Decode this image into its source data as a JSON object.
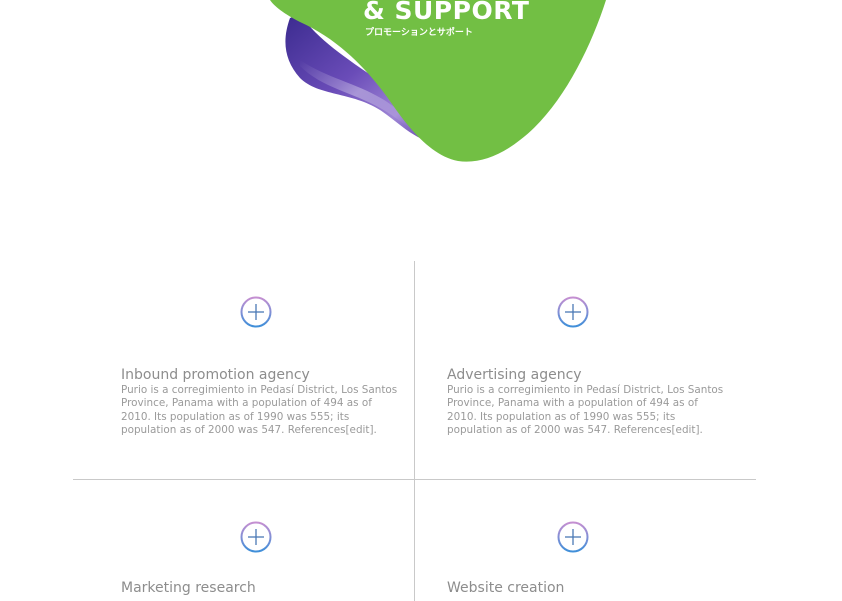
{
  "hero": {
    "title": "& SUPPORT",
    "subtitle": "プロモーションとサポート",
    "accent_color": "#72bf44",
    "swirl_color": "#5b3fa8"
  },
  "services": [
    {
      "title": "Inbound promotion agency",
      "description": "Purio is a corregimiento in Pedasí District, Los Santos Province, Panama with a population of 494 as of 2010. Its population as of 1990 was 555; its population as of 2000 was 547. References[edit].",
      "icon": "plus-circle-icon"
    },
    {
      "title": "Advertising agency",
      "description": "Purio is a corregimiento in Pedasí District, Los Santos Province, Panama with a population of 494 as of 2010. Its population as of 1990 was 555; its population as of 2000 was 547. References[edit].",
      "icon": "plus-circle-icon"
    },
    {
      "title": "Marketing research",
      "description": "",
      "icon": "plus-circle-icon"
    },
    {
      "title": "Website creation",
      "description": "",
      "icon": "plus-circle-icon"
    }
  ]
}
